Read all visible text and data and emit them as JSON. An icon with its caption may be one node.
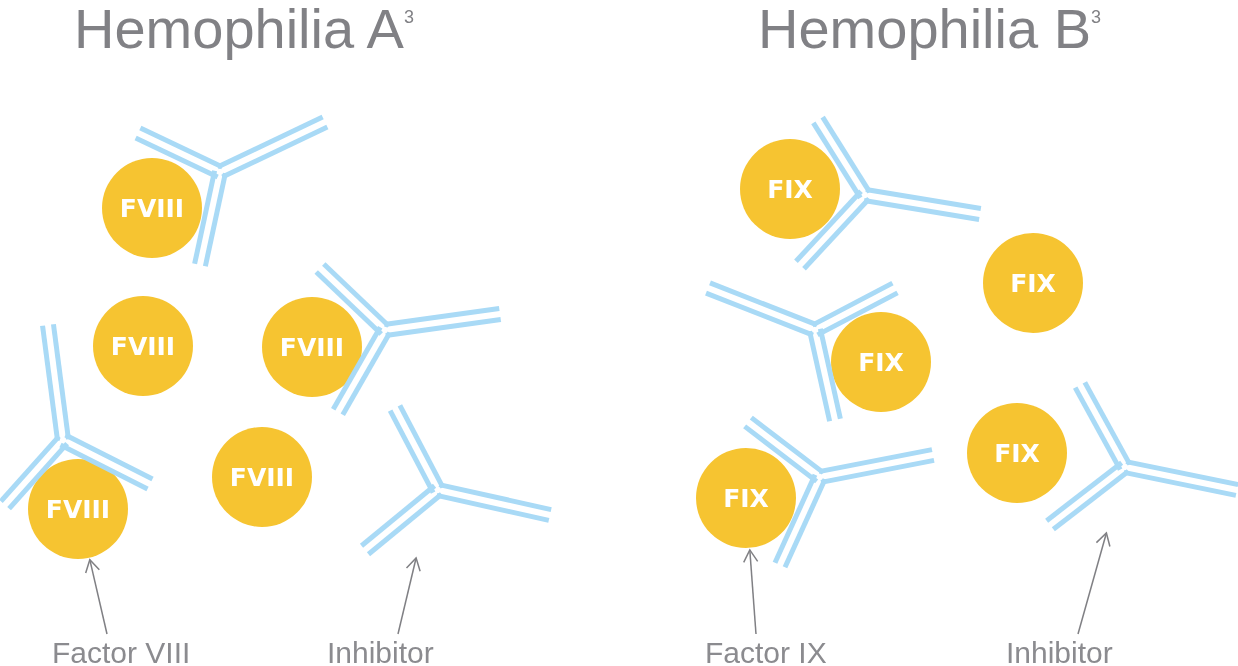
{
  "diagram": {
    "nodes": [
      {
        "text": [],
        "shape": "antibody"
      },
      {
        "text": [
          "FVIII"
        ]
      },
      {
        "text": [],
        "shape": "antibody"
      },
      {
        "text": [
          "FVIII"
        ]
      },
      {
        "text": [
          "FVIII"
        ]
      },
      {
        "text": [],
        "shape": "antibody"
      },
      {
        "text": [
          "FVIII"
        ]
      },
      {
        "text": [],
        "shape": "antibody"
      },
      {
        "text": [
          "FVIII"
        ]
      },
      {
        "text": [
          "Factor VIII"
        ]
      },
      {
        "text": [
          "Inhibitor"
        ]
      },
      {
        "text": [
          "FIX"
        ]
      },
      {
        "text": [],
        "shape": "antibody"
      },
      {
        "text": [
          "FIX"
        ]
      },
      {
        "text": [],
        "shape": "antibody"
      },
      {
        "text": [
          "FIX"
        ]
      },
      {
        "text": [
          "FIX"
        ]
      },
      {
        "text": [],
        "shape": "antibody"
      },
      {
        "text": [],
        "shape": "antibody"
      },
      {
        "text": [
          "FIX"
        ]
      },
      {
        "text": [
          "Factor IX"
        ]
      },
      {
        "text": [
          "Inhibitor"
        ]
      }
    ],
    "edges": [
      {
        "from": 9,
        "to": 8,
        "arrow": "to"
      },
      {
        "from": 10,
        "to": 7,
        "arrow": "to"
      },
      {
        "from": 20,
        "to": 19,
        "arrow": "to"
      },
      {
        "from": 21,
        "to": 17,
        "arrow": "to"
      }
    ],
    "labels": [
      "Hemophilia A$^{3}$",
      "Hemophilia B$^{3}$"
    ]
  }
}
